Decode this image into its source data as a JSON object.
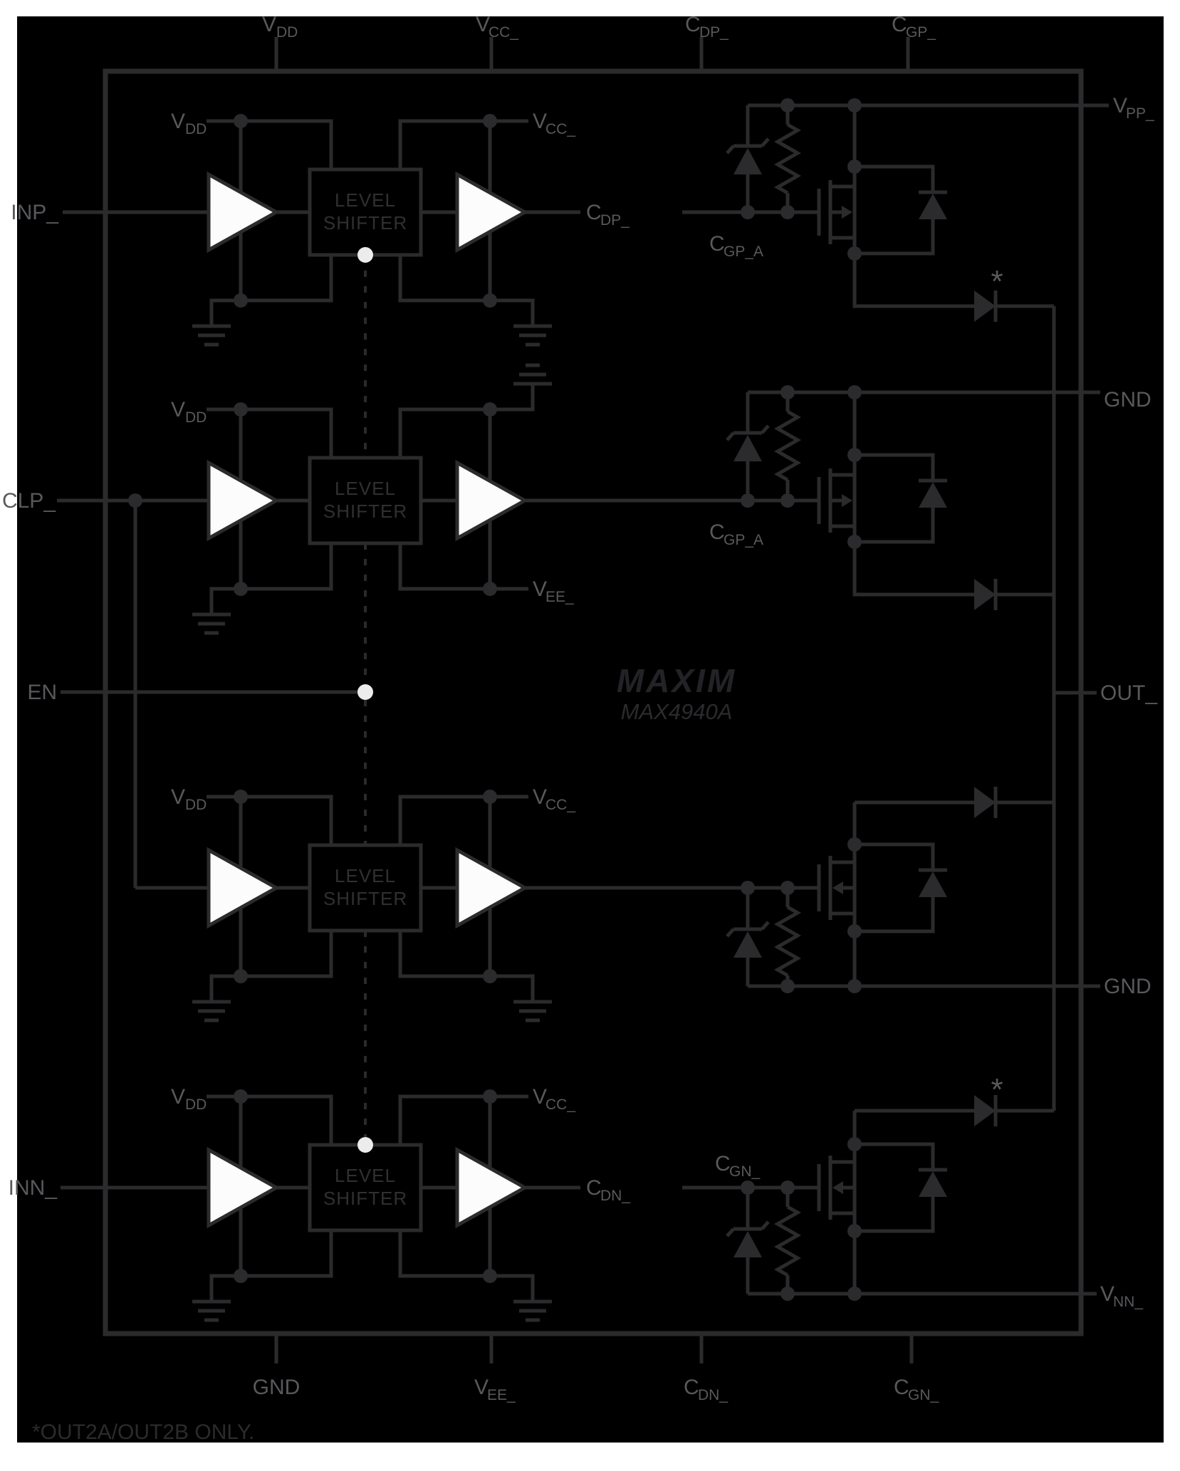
{
  "figure": {
    "type": "functional-diagram",
    "description": "MAX4940A internal block diagram"
  },
  "brand": {
    "logo": "MAXIM",
    "part": "MAX4940A"
  },
  "note": {
    "text": "*OUT2A/OUT2B ONLY."
  },
  "marks": {
    "asterisk": "*"
  },
  "level_shifter": {
    "line1": "LEVEL",
    "line2": "SHIFTER"
  },
  "pins": {
    "top": [
      {
        "base": "V",
        "sub": "DD"
      },
      {
        "base": "V",
        "sub": "CC_"
      },
      {
        "base": "C",
        "sub": "DP_"
      },
      {
        "base": "C",
        "sub": "GP_"
      }
    ],
    "bottom": [
      {
        "base": "GND",
        "sub": ""
      },
      {
        "base": "V",
        "sub": "EE_"
      },
      {
        "base": "C",
        "sub": "DN_"
      },
      {
        "base": "C",
        "sub": "GN_"
      }
    ],
    "left": [
      {
        "label": "INP_"
      },
      {
        "label": "CLP_"
      },
      {
        "label": "EN"
      },
      {
        "label": "INN_"
      }
    ],
    "right": [
      {
        "base": "V",
        "sub": "PP_"
      },
      {
        "base": "GND",
        "sub": ""
      },
      {
        "base": "OUT_",
        "sub": ""
      },
      {
        "base": "GND",
        "sub": ""
      },
      {
        "base": "V",
        "sub": "NN_"
      }
    ]
  },
  "inner": {
    "vdd": {
      "base": "V",
      "sub": "DD"
    },
    "vcc": {
      "base": "V",
      "sub": "CC_"
    },
    "vee": {
      "base": "V",
      "sub": "EE_"
    },
    "cdp": {
      "base": "C",
      "sub": "DP_"
    },
    "cdn": {
      "base": "C",
      "sub": "DN_"
    },
    "cgpa": {
      "base": "C",
      "sub": "GP_A"
    },
    "cgn": {
      "base": "C",
      "sub": "GN_"
    }
  },
  "colors": {
    "page_bg": "#ffffff",
    "panel_bg": "#000000",
    "line": "#2b2b2d",
    "label": "#58595c",
    "dark_text": "#303033",
    "buffer_fill": "#fcfcfc",
    "white_dot": "#ececec"
  }
}
